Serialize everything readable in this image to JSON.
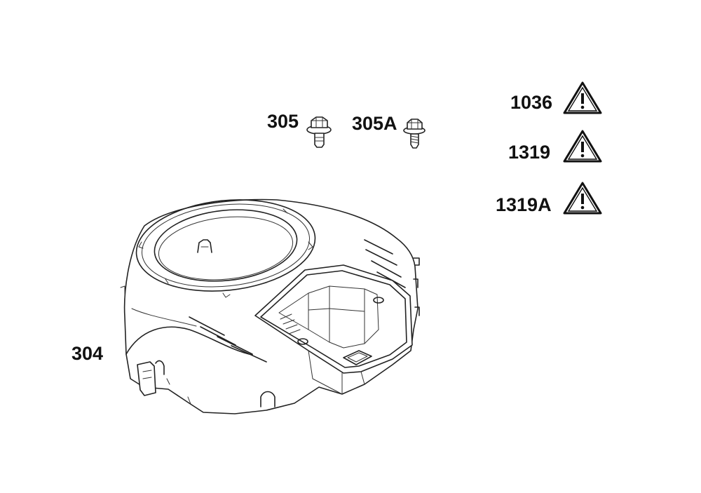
{
  "parts": {
    "shroud": {
      "callout": "304",
      "icon": "blower-housing-shroud"
    },
    "screw": {
      "callout": "305",
      "icon": "flange-bolt"
    },
    "screw_alt": {
      "callout": "305A",
      "icon": "flange-screw"
    }
  },
  "warnings": [
    {
      "callout": "1036",
      "icon": "warning-triangle-icon"
    },
    {
      "callout": "1319",
      "icon": "warning-triangle-icon"
    },
    {
      "callout": "1319A",
      "icon": "warning-triangle-icon"
    }
  ]
}
